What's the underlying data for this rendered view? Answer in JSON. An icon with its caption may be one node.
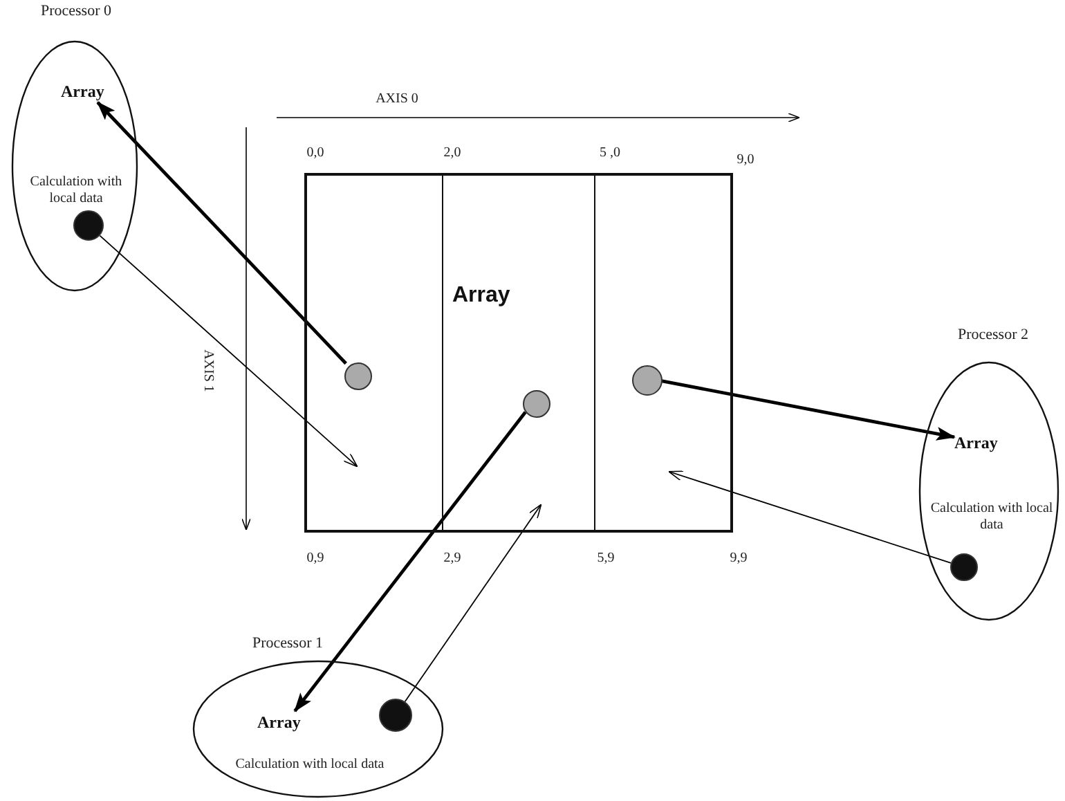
{
  "diagram": {
    "nodes": [
      {
        "text": [
          "Array"
        ]
      },
      {
        "text": [],
        "shape": "circle",
        "in": 0
      },
      {
        "text": [],
        "shape": "circle",
        "in": 0
      },
      {
        "text": [],
        "shape": "circle",
        "in": 0
      },
      {
        "text": [
          "Processor 0",
          "Calculation with local data"
        ]
      },
      {
        "text": [
          "Array"
        ],
        "in": 4
      },
      {
        "text": [],
        "shape": "circle",
        "in": 4
      },
      {
        "text": [
          "Processor 1",
          "Calculation with local data"
        ]
      },
      {
        "text": [
          "Array"
        ],
        "in": 7
      },
      {
        "text": [],
        "shape": "circle",
        "in": 7
      },
      {
        "text": [
          "Processor 2",
          "Calculation with local data"
        ]
      },
      {
        "text": [
          "Array"
        ],
        "in": 10
      },
      {
        "text": [],
        "shape": "circle",
        "in": 10
      }
    ],
    "edges": [
      {
        "from": 1,
        "to": 5,
        "arrow": "to",
        "style": "thick"
      },
      {
        "from": 6,
        "to": 0,
        "arrow": "to"
      },
      {
        "from": 2,
        "to": 8,
        "arrow": "to",
        "style": "thick"
      },
      {
        "from": 9,
        "to": 0,
        "arrow": "to"
      },
      {
        "from": 3,
        "to": 11,
        "arrow": "to",
        "style": "thick"
      },
      {
        "from": 12,
        "to": 0,
        "arrow": "to"
      }
    ],
    "labels": [
      "AXIS 0",
      "AXIS 1",
      "0,0",
      "2,0",
      "5 ,0",
      "9,0",
      "0,9",
      "2,9",
      "5,9",
      "9,9"
    ]
  }
}
